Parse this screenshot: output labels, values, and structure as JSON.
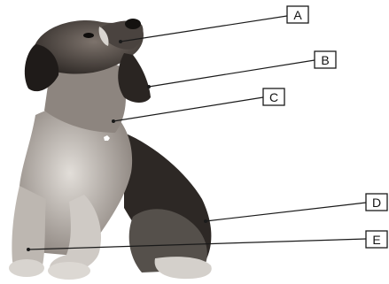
{
  "labels": [
    {
      "id": "A",
      "text": "A"
    },
    {
      "id": "B",
      "text": "B"
    },
    {
      "id": "C",
      "text": "C"
    },
    {
      "id": "D",
      "text": "D"
    },
    {
      "id": "E",
      "text": "E"
    }
  ],
  "colors": {
    "fur_dark": "#2b2623",
    "fur_mid": "#6e6560",
    "fur_light": "#c9c4be",
    "line": "#1a1a1a",
    "background": "#ffffff"
  }
}
